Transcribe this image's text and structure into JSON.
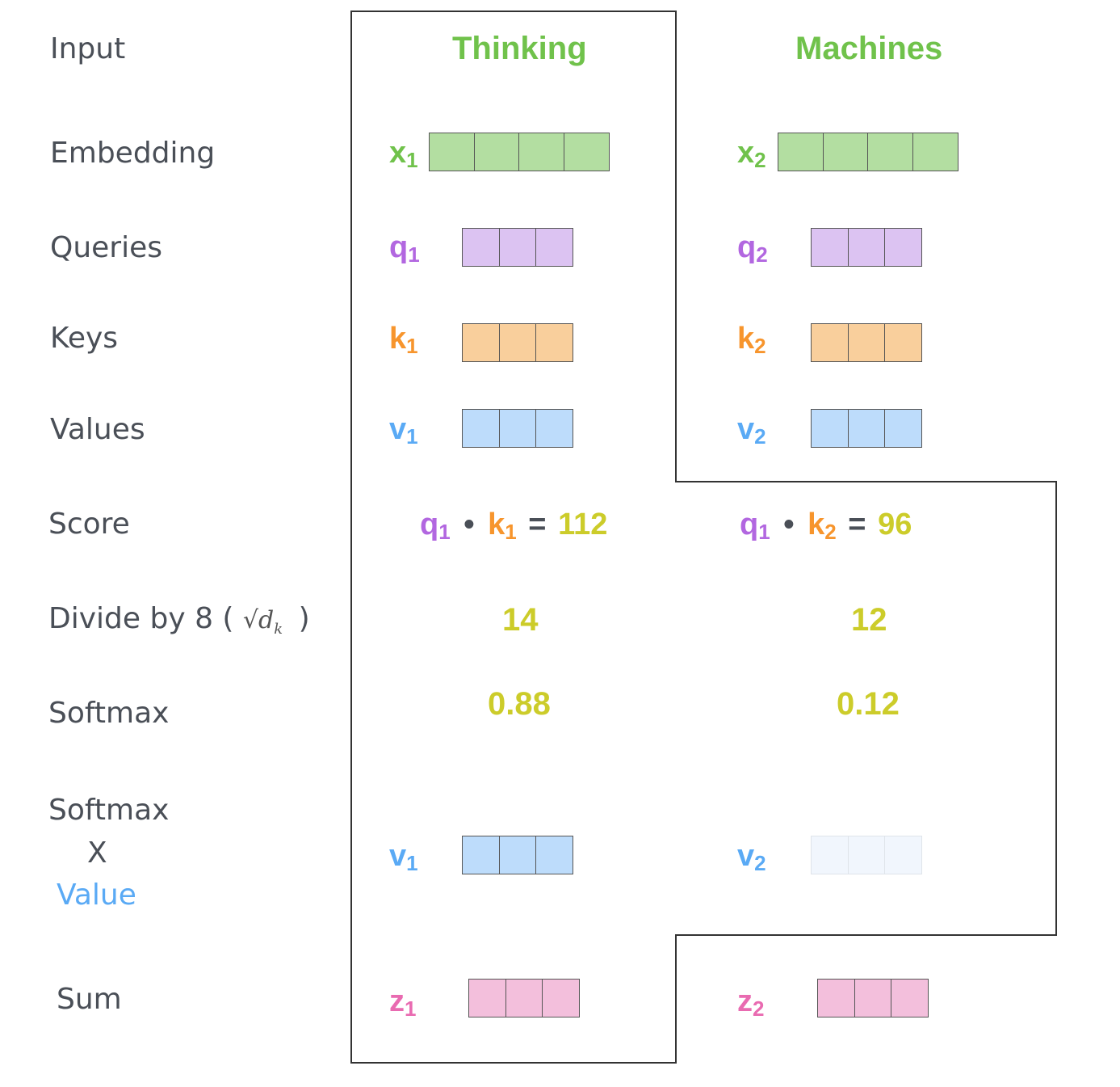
{
  "rows": {
    "input": "Input",
    "embedding": "Embedding",
    "queries": "Queries",
    "keys": "Keys",
    "values": "Values",
    "score": "Score",
    "divide_prefix": "Divide by 8 (",
    "divide_formula": "√d",
    "divide_formula_sub": "k",
    "divide_suffix": ")",
    "softmax": "Softmax",
    "softmax_x_value_line1": "Softmax",
    "softmax_x_value_line2": "X",
    "softmax_x_value_line3": "Value",
    "sum": "Sum"
  },
  "columns": [
    {
      "word": "Thinking",
      "x_label": "x",
      "x_sub": "1",
      "q_label": "q",
      "q_sub": "1",
      "k_label": "k",
      "k_sub": "1",
      "v_label": "v",
      "v_sub": "1",
      "score": {
        "q": "q",
        "q_sub": "1",
        "dot": "•",
        "k": "k",
        "k_sub": "1",
        "eq": "=",
        "value": "112"
      },
      "divided": "14",
      "softmax": "0.88",
      "wv_label": "v",
      "wv_sub": "1",
      "z_label": "z",
      "z_sub": "1"
    },
    {
      "word": "Machines",
      "x_label": "x",
      "x_sub": "2",
      "q_label": "q",
      "q_sub": "2",
      "k_label": "k",
      "k_sub": "2",
      "v_label": "v",
      "v_sub": "2",
      "score": {
        "q": "q",
        "q_sub": "1",
        "dot": "•",
        "k": "k",
        "k_sub": "2",
        "eq": "=",
        "value": "96"
      },
      "divided": "12",
      "softmax": "0.12",
      "wv_label": "v",
      "wv_sub": "2",
      "z_label": "z",
      "z_sub": "2"
    }
  ],
  "colors": {
    "word": "#70c24b",
    "embedding": "#b3dea1",
    "query": "#dcc3f2",
    "key": "#f9cf9c",
    "value": "#bddcfb",
    "output": "#f3bfdc",
    "number": "#cccc2a"
  }
}
